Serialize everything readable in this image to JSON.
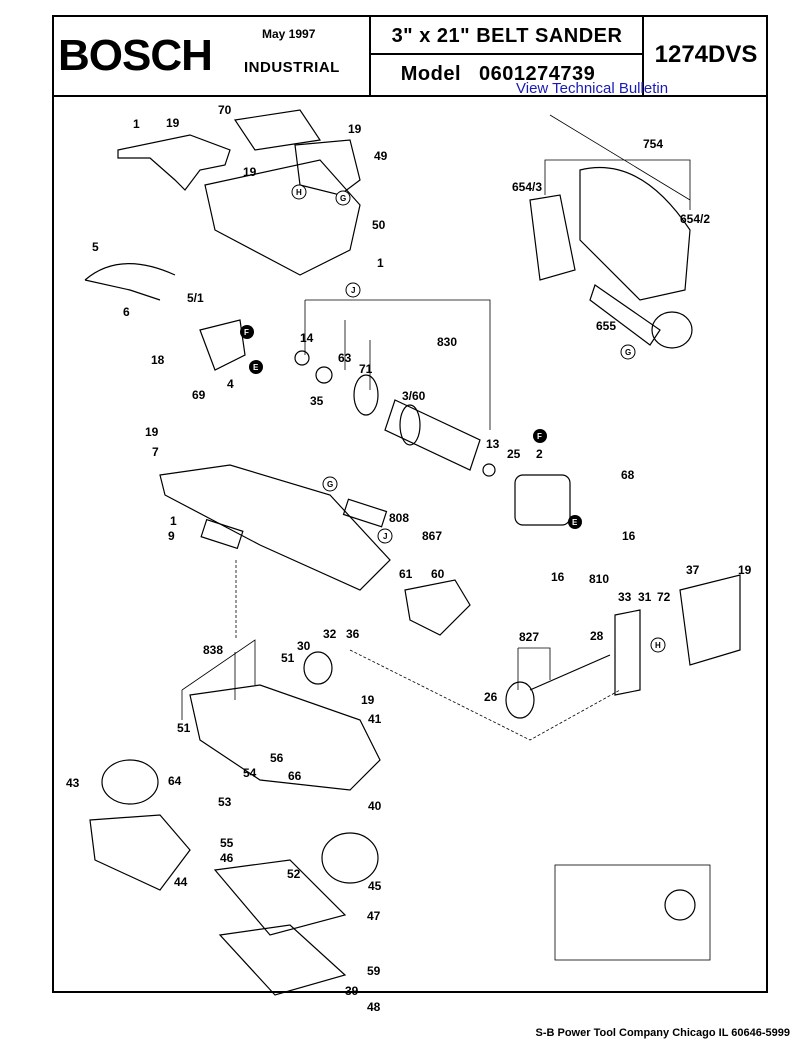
{
  "header": {
    "brand": "BOSCH",
    "date": "May  1997",
    "division": "INDUSTRIAL",
    "title": "3\" x 21\" BELT SANDER",
    "model_label": "Model",
    "model_number": "0601274739",
    "tool_number": "1274DVS"
  },
  "link": {
    "technical_bulletin": "View Technical Bulletin"
  },
  "footer": {
    "text": "S-B Power Tool Company  Chicago IL 60646-5999"
  },
  "part_labels": [
    "1",
    "19",
    "70",
    "19",
    "49",
    "19",
    "50",
    "1",
    "5",
    "5/1",
    "6",
    "18",
    "4",
    "69",
    "14",
    "63",
    "71",
    "830",
    "35",
    "3/60",
    "13",
    "25",
    "2",
    "68",
    "19",
    "7",
    "1",
    "9",
    "808",
    "867",
    "61",
    "60",
    "16",
    "810",
    "16",
    "754",
    "654/3",
    "654/2",
    "655",
    "838",
    "51",
    "30",
    "32",
    "36",
    "51",
    "19",
    "41",
    "43",
    "64",
    "54",
    "56",
    "66",
    "40",
    "53",
    "55",
    "46",
    "52",
    "44",
    "45",
    "47",
    "59",
    "39",
    "48",
    "827",
    "28",
    "26",
    "33",
    "31",
    "72",
    "37",
    "19"
  ],
  "callout_letters": [
    "H",
    "G",
    "J",
    "F",
    "E",
    "G",
    "J",
    "F",
    "E",
    "G",
    "H"
  ]
}
